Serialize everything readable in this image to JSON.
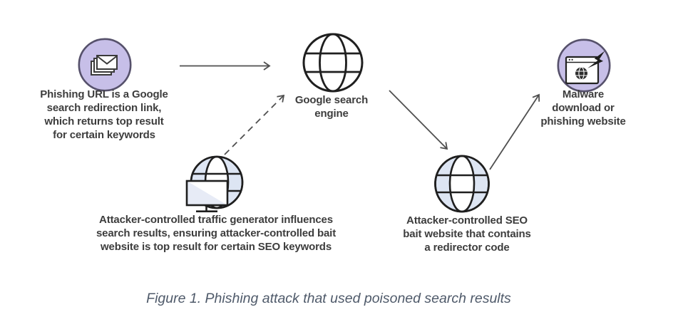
{
  "figure": {
    "caption": "Figure 1. Phishing attack that used poisoned search results"
  },
  "nodes": {
    "phishing_url": {
      "icon": "stacked-envelopes-icon",
      "label": "Phishing URL is a Google\nsearch redirection link,\nwhich returns top result\nfor certain keywords"
    },
    "search_engine": {
      "icon": "globe-icon",
      "label": "Google search\nengine"
    },
    "malware_site": {
      "icon": "browser-lightning-icon",
      "label": "Malware\ndownload or\nphishing website"
    },
    "traffic_generator": {
      "icon": "globe-monitor-icon",
      "label": "Attacker-controlled traffic generator influences\nsearch results, ensuring attacker-controlled bait\nwebsite is top result for certain SEO keywords"
    },
    "seo_bait": {
      "icon": "globe-icon",
      "label": "Attacker-controlled SEO\nbait website that contains\na redirector code"
    }
  },
  "edges": [
    {
      "from": "phishing_url",
      "to": "search_engine",
      "style": "solid"
    },
    {
      "from": "traffic_generator",
      "to": "search_engine",
      "style": "dashed"
    },
    {
      "from": "search_engine",
      "to": "seo_bait",
      "style": "solid"
    },
    {
      "from": "seo_bait",
      "to": "malware_site",
      "style": "solid"
    }
  ],
  "colors": {
    "background": "#ffffff",
    "badge_fill": "#c7bfe8",
    "badge_border": "#56516b",
    "globe_blue": "#dde5f3",
    "icon_stroke": "#1f1f1f",
    "arrow": "#4f4f4f",
    "label_text": "#3d3d3d",
    "caption_text": "#4f5a6a"
  }
}
